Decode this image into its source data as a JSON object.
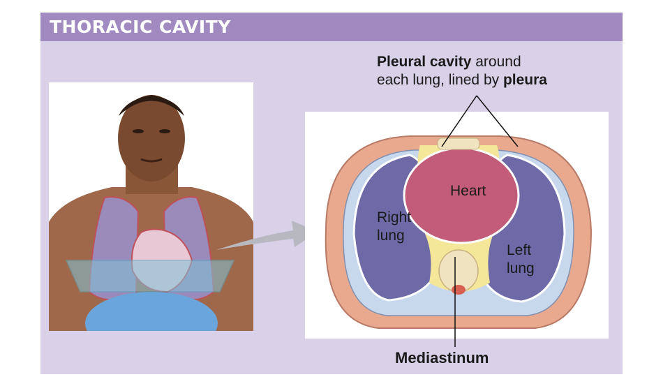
{
  "title": "THORACIC CAVITY",
  "labels": {
    "pleural_bold": "Pleural cavity",
    "pleural_rest1": " around",
    "pleural_line2": "each lung, lined by ",
    "pleural_bold2": "pleura",
    "heart": "Heart",
    "right_lung_1": "Right",
    "right_lung_2": "lung",
    "left_lung_1": "Left",
    "left_lung_2": "lung",
    "mediastinum": "Mediastinum"
  },
  "colors": {
    "title_bar": "#a08ac0",
    "slide_bg": "#d9d1e8",
    "lung": "#6e6aa8",
    "heart": "#c25c78",
    "mediastinum": "#f5e79a",
    "body_wall": "#e8a98f"
  }
}
